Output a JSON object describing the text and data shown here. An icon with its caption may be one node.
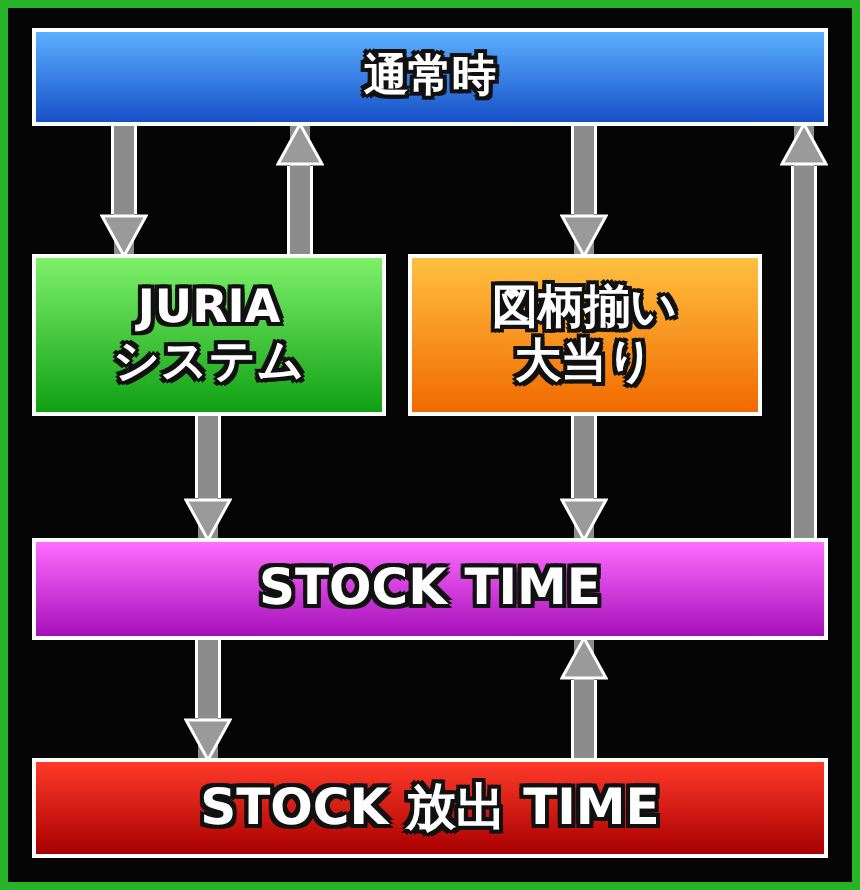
{
  "diagram": {
    "nodes": [
      {
        "text": [
          "通常時"
        ]
      },
      {
        "text": [
          "JURIA システム"
        ]
      },
      {
        "text": [
          "図柄揃い大当り"
        ]
      },
      {
        "text": [
          "STOCK TIME"
        ]
      },
      {
        "text": [
          "STOCK 放出 TIME"
        ]
      }
    ],
    "edges": [
      {
        "from": 0,
        "to": 1,
        "arrow": "to"
      },
      {
        "from": 1,
        "to": 0,
        "arrow": "to"
      },
      {
        "from": 0,
        "to": 2,
        "arrow": "to"
      },
      {
        "from": 3,
        "to": 0,
        "arrow": "to"
      },
      {
        "from": 1,
        "to": 3,
        "arrow": "to"
      },
      {
        "from": 2,
        "to": 3,
        "arrow": "to"
      },
      {
        "from": 3,
        "to": 4,
        "arrow": "to"
      },
      {
        "from": 4,
        "to": 3,
        "arrow": "to"
      }
    ]
  }
}
